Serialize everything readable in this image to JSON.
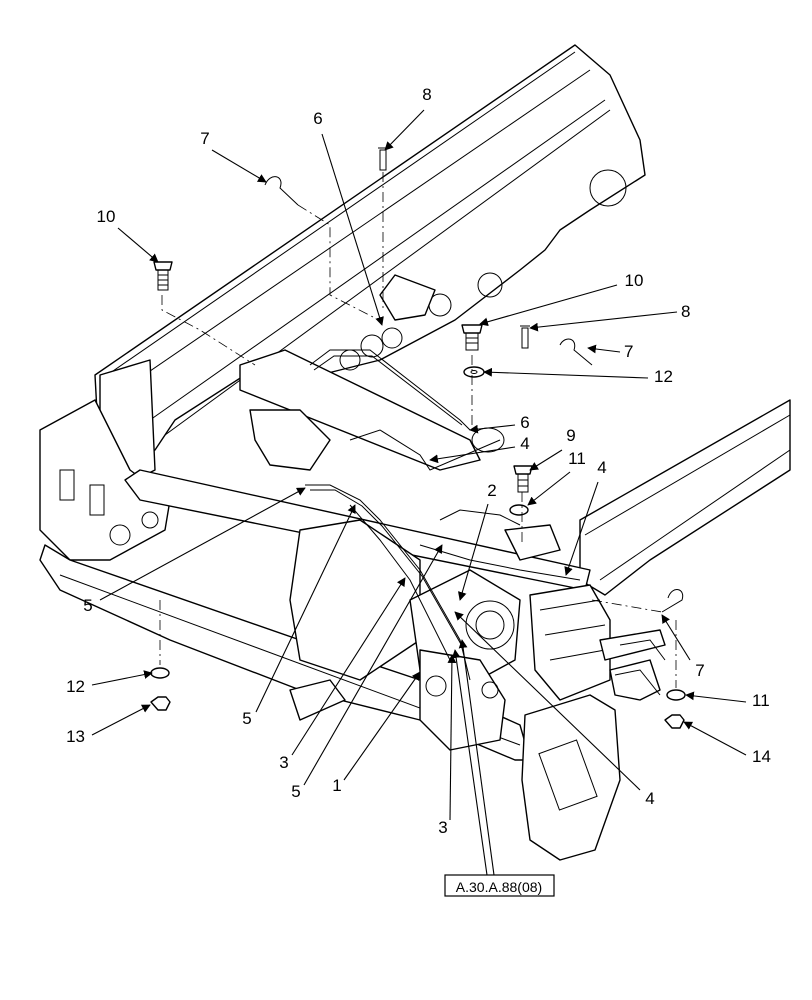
{
  "callouts": [
    {
      "label": "8"
    },
    {
      "label": "6"
    },
    {
      "label": "7"
    },
    {
      "label": "10"
    },
    {
      "label": "10"
    },
    {
      "label": "8"
    },
    {
      "label": "7"
    },
    {
      "label": "12"
    },
    {
      "label": "6"
    },
    {
      "label": "4"
    },
    {
      "label": "9"
    },
    {
      "label": "11"
    },
    {
      "label": "4"
    },
    {
      "label": "2"
    },
    {
      "label": "5"
    },
    {
      "label": "12"
    },
    {
      "label": "13"
    },
    {
      "label": "5"
    },
    {
      "label": "3"
    },
    {
      "label": "5"
    },
    {
      "label": "1"
    },
    {
      "label": "3"
    },
    {
      "label": "4"
    },
    {
      "label": "7"
    },
    {
      "label": "11"
    },
    {
      "label": "14"
    }
  ],
  "reference": {
    "label": "A.30.A.88(08)"
  }
}
